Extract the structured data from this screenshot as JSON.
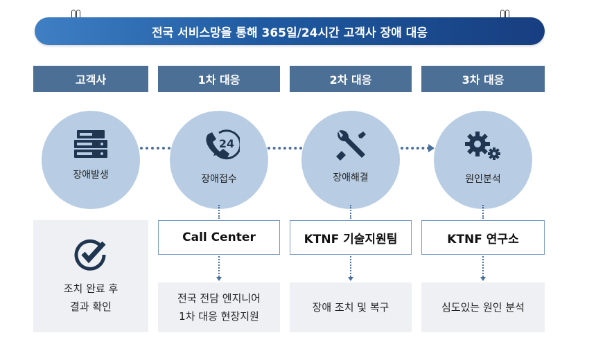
{
  "banner": {
    "title": "전국 서비스망을 통해 365일/24시간 고객사 장애 대응"
  },
  "headers": [
    "고객사",
    "1차 대응",
    "2차 대응",
    "3차 대응"
  ],
  "circles": [
    {
      "label": "장애발생",
      "icon": "server-icon"
    },
    {
      "label": "장애접수",
      "icon": "phone-24-icon",
      "badge": "24"
    },
    {
      "label": "장애해결",
      "icon": "wrench-screwdriver-icon"
    },
    {
      "label": "원인분석",
      "icon": "gears-icon"
    }
  ],
  "resolve": {
    "line1": "조치 완료 후",
    "line2": "결과 확인",
    "icon": "check-circle-icon"
  },
  "teams": [
    "Call Center",
    "KTNF 기술지원팀",
    "KTNF 연구소"
  ],
  "descriptions": [
    {
      "line1": "전국 전담 엔지니어",
      "line2": "1차 대응 현장지원"
    },
    {
      "line1": "장애 조치 및 복구"
    },
    {
      "line1": "심도있는 원인 분석"
    }
  ],
  "colors": {
    "header": "#4c6f96",
    "circle": "#b8cde4",
    "banner": "#1f5aa0",
    "icon": "#1f3550",
    "desc_bg": "#eef0f3"
  }
}
